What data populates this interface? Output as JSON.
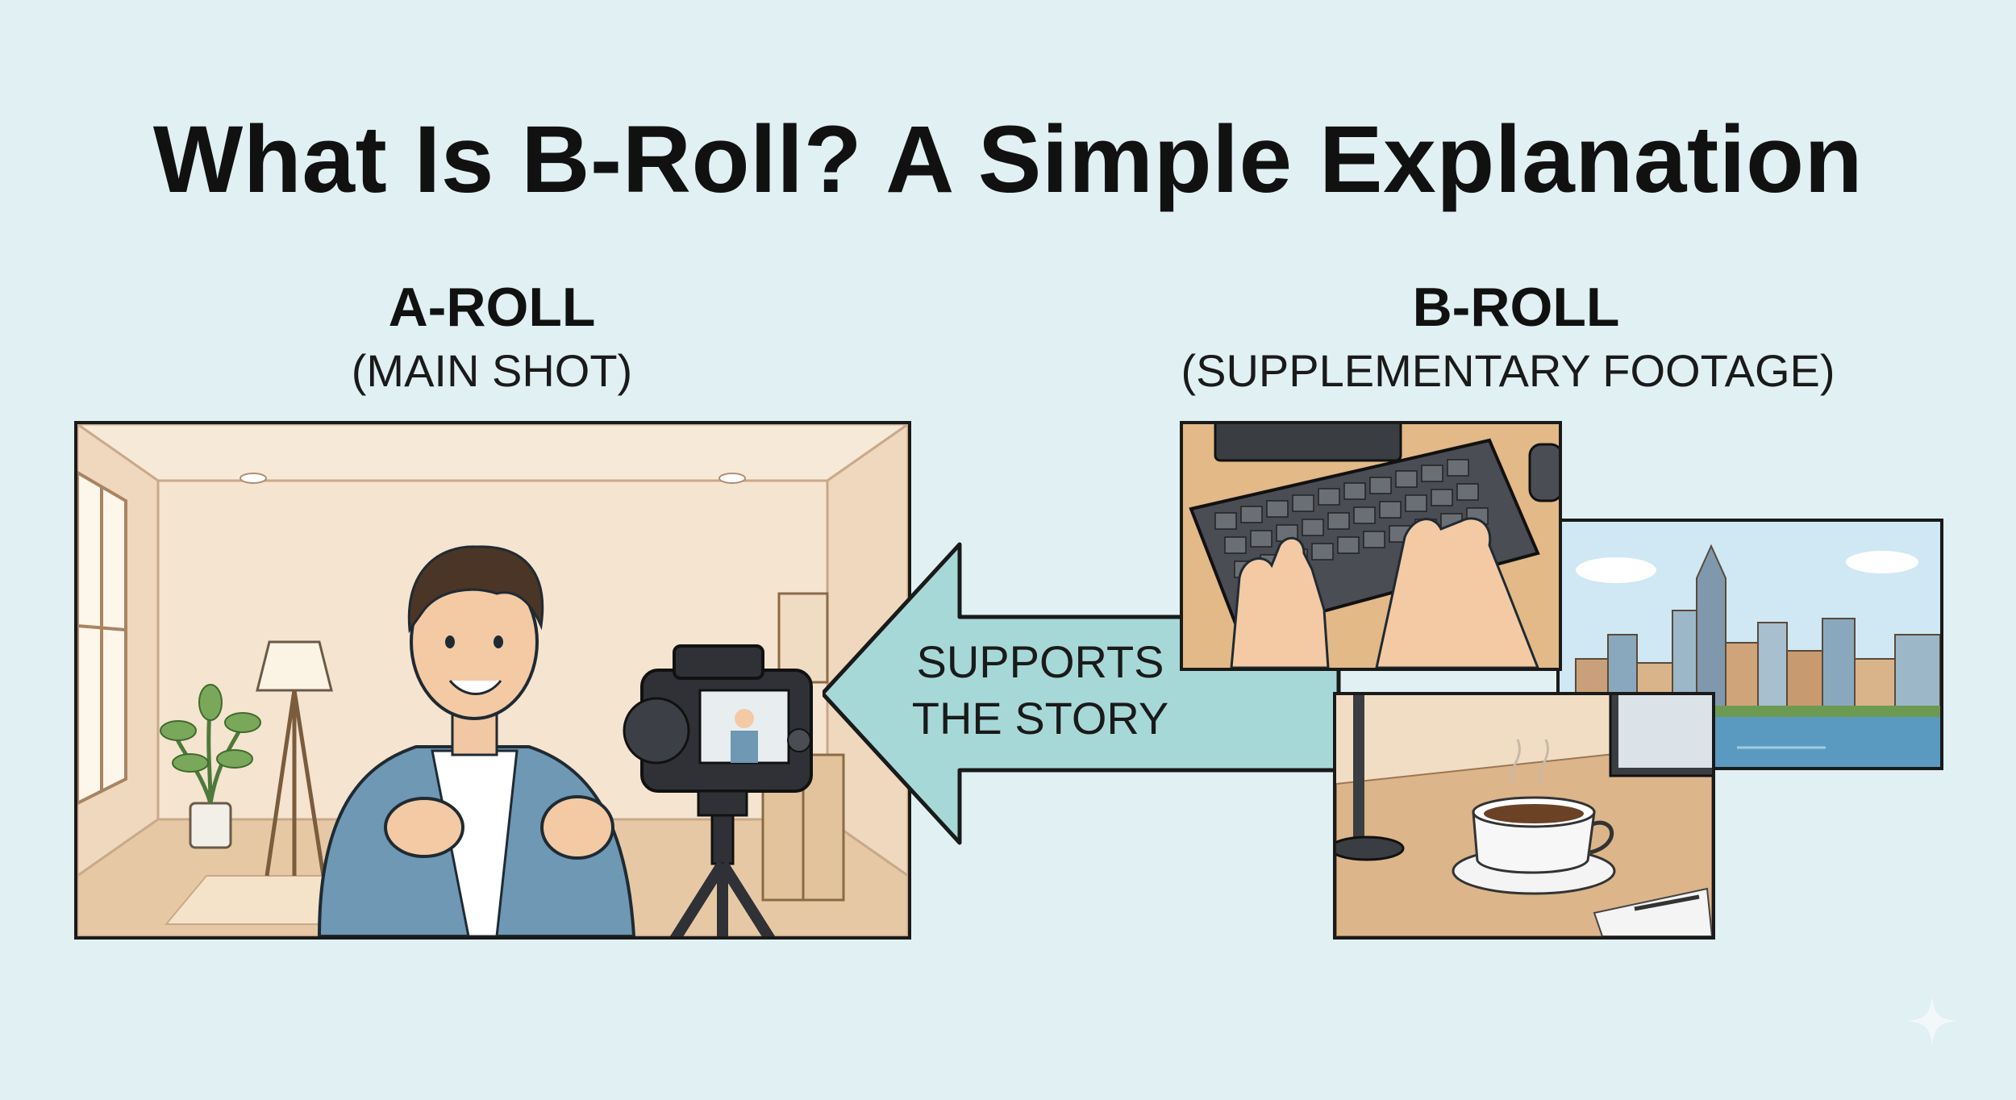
{
  "title": "What Is B-Roll? A Simple Explanation",
  "a_roll": {
    "heading": "A-ROLL",
    "subheading": "(MAIN SHOT)"
  },
  "b_roll": {
    "heading": "B-ROLL",
    "subheading": "(SUPPLEMENTARY FOOTAGE)"
  },
  "arrow": {
    "line1": "SUPPORTS",
    "line2": "THE STORY"
  },
  "colors": {
    "background": "#e0f0f3",
    "arrow_fill": "#a7d8d8",
    "outline": "#1a1a1a"
  },
  "icons": [
    "camera-icon",
    "tripod-icon",
    "sparkle-icon"
  ]
}
